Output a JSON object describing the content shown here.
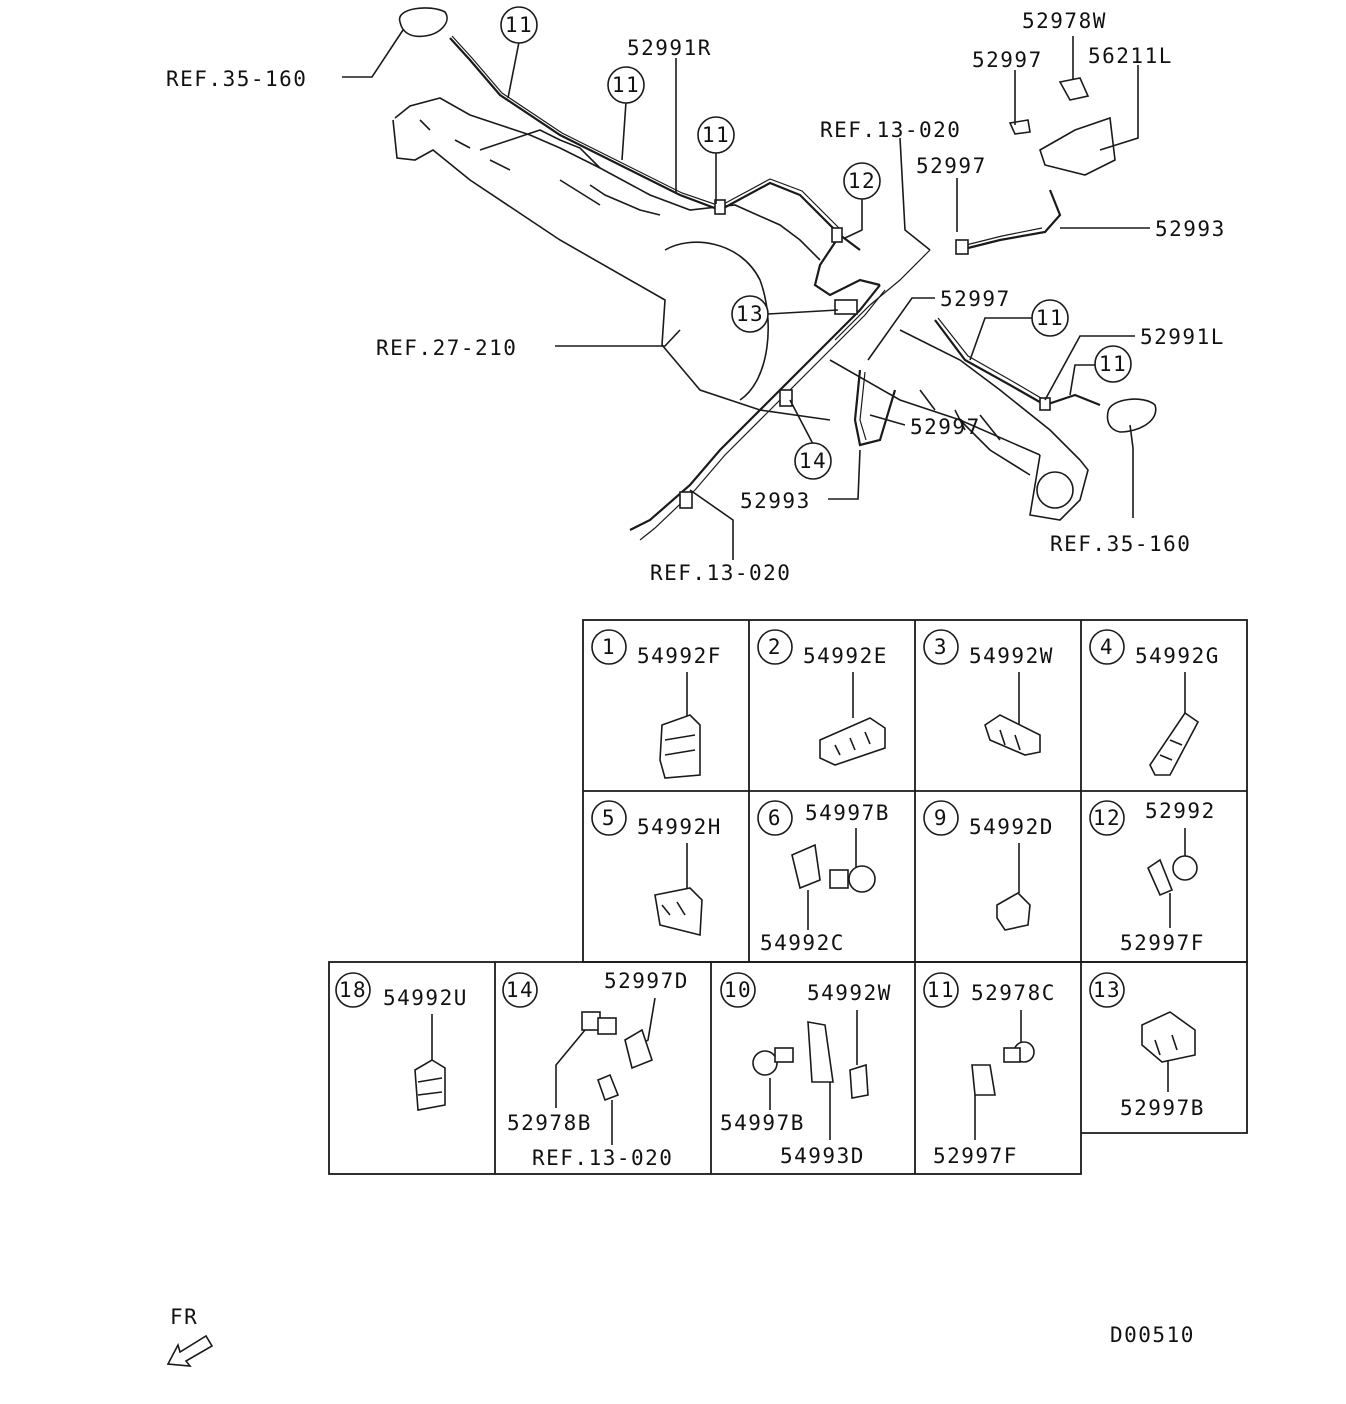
{
  "diagram": {
    "labels": {
      "ref_35_160_left": "REF.35-160",
      "ref_35_160_right": "REF.35-160",
      "ref_27_210": "REF.27-210",
      "ref_13_020_top": "REF.13-020",
      "ref_13_020_bottom": "REF.13-020",
      "p52991R": "52991R",
      "p52991L": "52991L",
      "p52978W": "52978W",
      "p56211L": "56211L",
      "p52997_a": "52997",
      "p52997_b": "52997",
      "p52997_c": "52997",
      "p52997_d": "52997",
      "p52993_right": "52993",
      "p52993_bottom": "52993"
    },
    "callouts": {
      "c11_a": "11",
      "c11_b": "11",
      "c11_c": "11",
      "c11_d": "11",
      "c11_e": "11",
      "c12": "12",
      "c13": "13",
      "c14": "14"
    }
  },
  "table": {
    "cells": [
      {
        "num": "1",
        "part": "54992F"
      },
      {
        "num": "2",
        "part": "54992E"
      },
      {
        "num": "3",
        "part": "54992W"
      },
      {
        "num": "4",
        "part": "54992G"
      },
      {
        "num": "5",
        "part": "54992H"
      },
      {
        "num": "6",
        "part": "54997B",
        "part2": "54992C"
      },
      {
        "num": "9",
        "part": "54992D"
      },
      {
        "num": "12",
        "part": "52992",
        "part2": "52997F"
      },
      {
        "num": "18",
        "part": "54992U"
      },
      {
        "num": "14",
        "part": "52997D",
        "part2": "52978B",
        "part3": "REF.13-020"
      },
      {
        "num": "10",
        "part": "54992W",
        "part2": "54997B",
        "part3": "54993D"
      },
      {
        "num": "11",
        "part": "52978C",
        "part2": "52997F"
      },
      {
        "num": "13",
        "part": "52997B"
      }
    ]
  },
  "footer": {
    "fr_label": "FR",
    "diagram_code": "D00510"
  }
}
